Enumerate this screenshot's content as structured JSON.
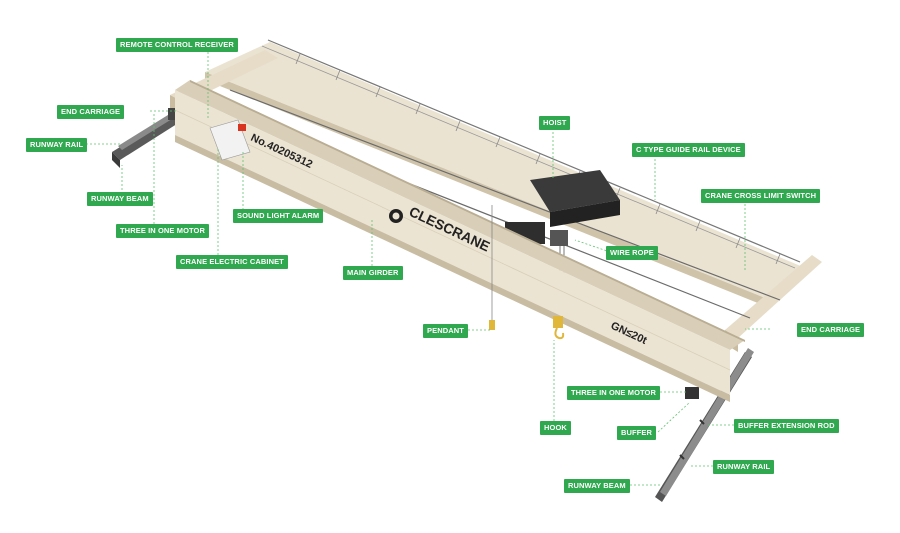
{
  "colors": {
    "label_bg": "#2fa84f",
    "leader": "#5cc46e",
    "girder": "#e6dcc8",
    "girder_dark": "#cfc3aa",
    "rail": "#4a4a4a",
    "text_dark": "#222222"
  },
  "crane": {
    "serial": "No.40205312",
    "brand": "CLESCRANE",
    "capacity": "GN≤20t",
    "logo_icon": "clescrane-logo-icon"
  },
  "labels": {
    "remote_control_receiver": "REMOTE CONTROL RECEIVER",
    "end_carriage_left": "END CARRIAGE",
    "runway_rail_left": "RUNWAY RAIL",
    "runway_beam_left": "RUNWAY BEAM",
    "three_in_one_motor_left": "THREE IN ONE MOTOR",
    "sound_light_alarm": "SOUND LIGHT ALARM",
    "crane_electric_cabinet": "CRANE ELECTRIC CABINET",
    "main_girder": "MAIN GIRDER",
    "hoist": "HOIST",
    "c_type_guide_rail_device": "C TYPE GUIDE RAIL DEVICE",
    "crane_cross_limit_switch": "CRANE CROSS LIMIT SWITCH",
    "wire_rope": "WIRE ROPE",
    "pendant": "PENDANT",
    "end_carriage_right": "END CARRIAGE",
    "three_in_one_motor_right": "THREE IN ONE MOTOR",
    "hook": "HOOK",
    "buffer": "BUFFER",
    "buffer_extension_rod": "BUFFER EXTENSION ROD",
    "runway_rail_right": "RUNWAY RAIL",
    "runway_beam_right": "RUNWAY BEAM"
  }
}
